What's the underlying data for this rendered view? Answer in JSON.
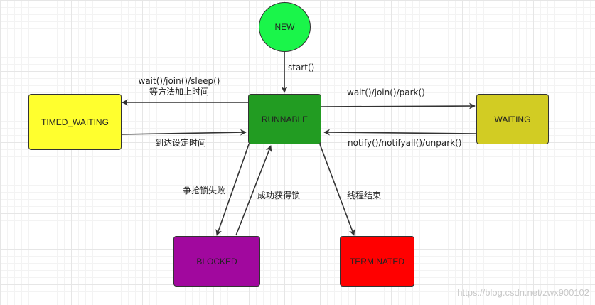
{
  "nodes": {
    "new": {
      "label": "NEW",
      "color": "#1af54a"
    },
    "runnable": {
      "label": "RUNNABLE",
      "color": "#229c22"
    },
    "timed_waiting": {
      "label": "TIMED_WAITING",
      "color": "#ffff2e"
    },
    "waiting": {
      "label": "WAITING",
      "color": "#d2cc23"
    },
    "blocked": {
      "label": "BLOCKED",
      "color": "#a1089e"
    },
    "terminated": {
      "label": "TERMINATED",
      "color": "#ff0000"
    }
  },
  "edges": {
    "start": "start()",
    "to_timed_line1": "wait()/join()/sleep()",
    "to_timed_line2": "等方法加上时间",
    "timed_back": "到达设定时间",
    "to_waiting": "wait()/join()/park()",
    "waiting_back": "notify()/notifyall()/unpark()",
    "to_blocked": "争抢锁失败",
    "blocked_back": "成功获得锁",
    "to_terminated": "线程结束"
  },
  "watermark": "https://blog.csdn.net/zwx900102"
}
